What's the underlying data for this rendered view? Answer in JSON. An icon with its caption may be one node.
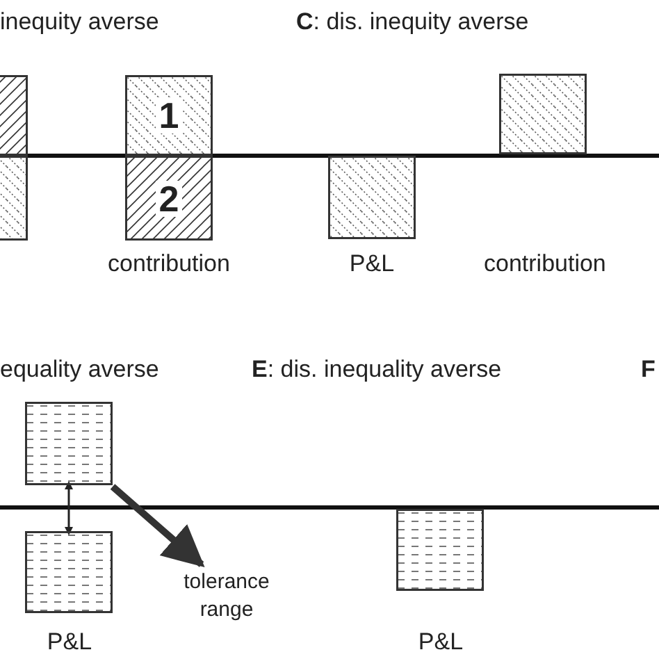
{
  "diagram": {
    "nodes": [
      {
        "text": [],
        "shape": "bar"
      },
      {
        "text": [],
        "shape": "bar"
      },
      {
        "text": [
          "1"
        ]
      },
      {
        "text": [
          "2"
        ],
        "beside": [
          "contribution"
        ]
      },
      {
        "text": [],
        "shape": "bar",
        "beside": [
          "P&L"
        ]
      },
      {
        "text": [],
        "shape": "bar"
      },
      {
        "text": [],
        "shape": "bar"
      },
      {
        "text": [],
        "shape": "bar",
        "beside": [
          "P&L"
        ]
      },
      {
        "text": [],
        "shape": "bar",
        "beside": [
          "P&L"
        ]
      },
      {
        "text": [
          "tolerance range"
        ]
      }
    ],
    "edges": [
      {
        "from": 6,
        "to": 7,
        "arrow": "both"
      },
      {
        "from": 6,
        "to": 9,
        "arrow": "to",
        "style": "thick"
      }
    ],
    "labels": [
      "inequity averse",
      "**C**: dis.  inequity averse",
      "contribution",
      "equality averse",
      "**E**: dis. inequality averse",
      "**F**"
    ]
  }
}
